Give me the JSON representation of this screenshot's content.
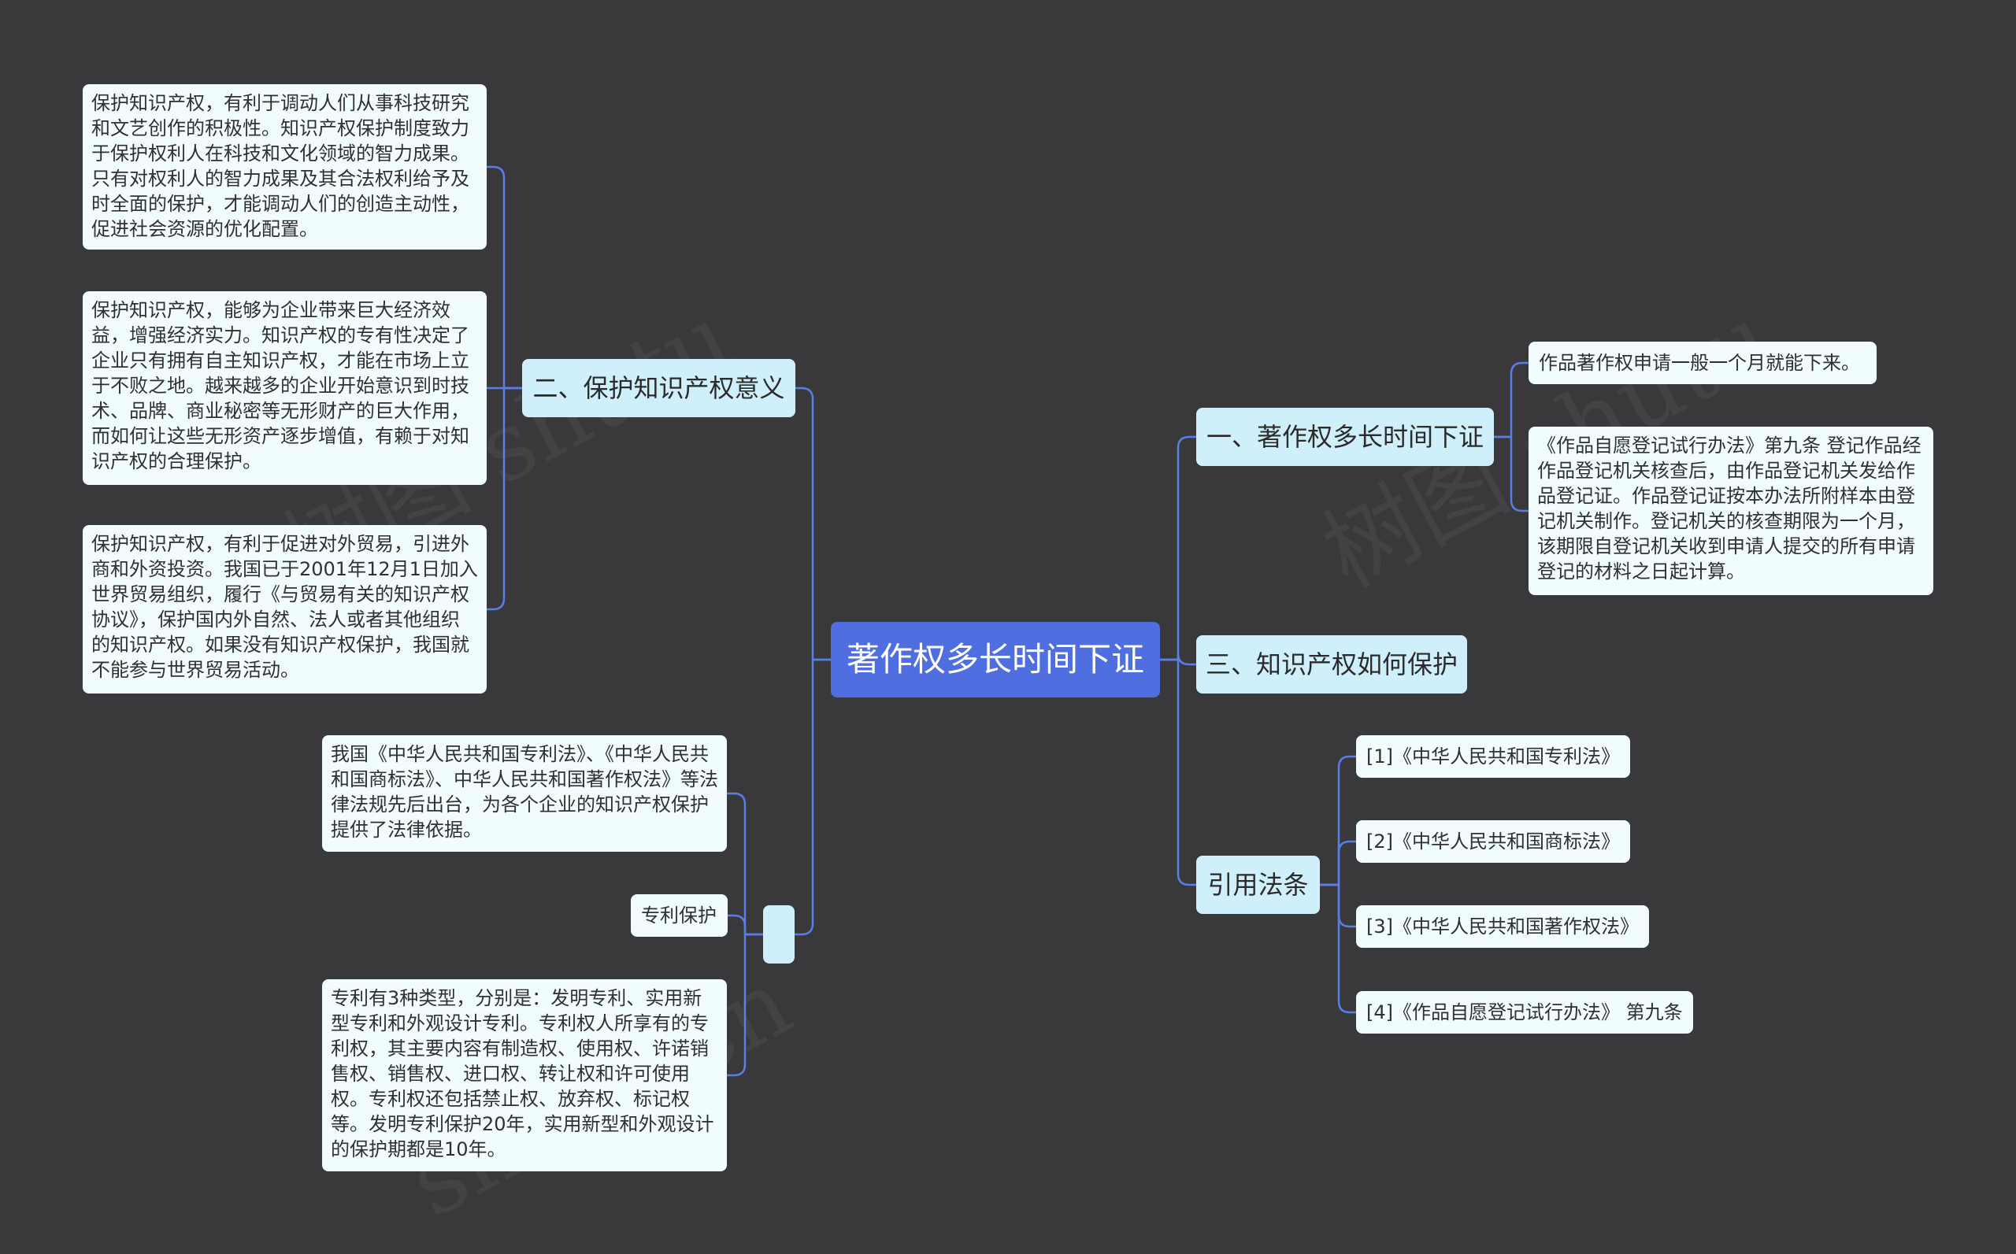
{
  "root": "著作权多长时间下证",
  "branches": {
    "b1": "一、著作权多长时间下证",
    "b2": "二、保护知识产权意义",
    "b3": "三、知识产权如何保护",
    "b4": "引用法条",
    "b5": ""
  },
  "b1_children": {
    "c1": "作品著作权申请一般一个月就能下来。",
    "c2": "《作品自愿登记试行办法》第九条 登记作品经作品登记机关核查后，由作品登记机关发给作品登记证。作品登记证按本办法所附样本由登记机关制作。登记机关的核查期限为一个月，该期限自登记机关收到申请人提交的所有申请登记的材料之日起计算。"
  },
  "b2_children": {
    "c1": "保护知识产权，有利于调动人们从事科技研究和文艺创作的积极性。知识产权保护制度致力于保护权利人在科技和文化领域的智力成果。只有对权利人的智力成果及其合法权利给予及时全面的保护，才能调动人们的创造主动性，促进社会资源的优化配置。",
    "c2": "保护知识产权，能够为企业带来巨大经济效益，增强经济实力。知识产权的专有性决定了企业只有拥有自主知识产权，才能在市场上立于不败之地。越来越多的企业开始意识到时技术、品牌、商业秘密等无形财产的巨大作用，而如何让这些无形资产逐步增值，有赖于对知识产权的合理保护。",
    "c3": "保护知识产权，有利于促进对外贸易，引进外商和外资投资。我国已于2001年12月1日加入世界贸易组织，履行《与贸易有关的知识产权协议》，保护国内外自然、法人或者其他组织的知识产权。如果没有知识产权保护，我国就不能参与世界贸易活动。"
  },
  "b4_children": {
    "c1": "[1]《中华人民共和国专利法》",
    "c2": "[2]《中华人民共和国商标法》",
    "c3": "[3]《中华人民共和国著作权法》",
    "c4": "[4]《作品自愿登记试行办法》 第九条"
  },
  "b5_children": {
    "c1": "我国《中华人民共和国专利法》、《中华人民共和国商标法》、中华人民共和国著作权法》等法律法规先后出台，为各个企业的知识产权保护提供了法律依据。",
    "c2": "专利保护",
    "c3": "专利有3种类型，分别是：发明专利、实用新型专利和外观设计专利。专利权人所享有的专利权，其主要内容有制造权、使用权、许诺销售权、销售权、进口权、转让权和许可使用权。专利权还包括禁止权、放弃权、标记权等。发明专利保护20年，实用新型和外观设计的保护期都是10年。"
  },
  "colors": {
    "background": "#39393b",
    "root": "#4f6fe0",
    "branch": "#cfeffa",
    "leaf": "#f1fcff",
    "connector": "#5b7ee5"
  }
}
